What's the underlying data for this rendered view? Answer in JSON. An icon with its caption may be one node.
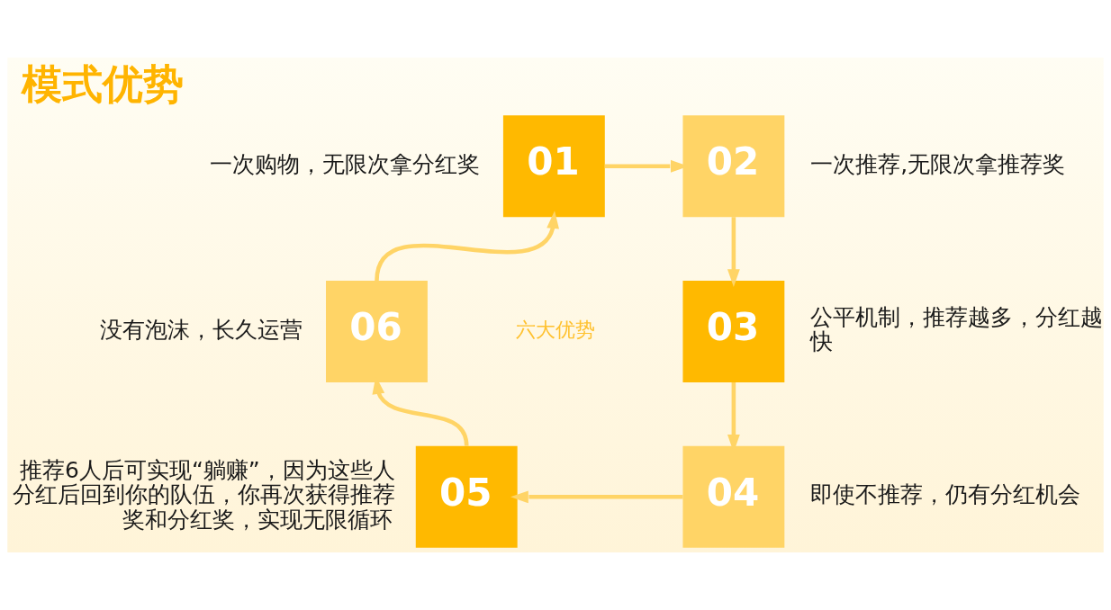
{
  "diagram": {
    "title": "模式优势",
    "nodes": [
      {
        "text": [
          "01"
        ],
        "beside": [
          "一次购物，无限次拿分红奖"
        ]
      },
      {
        "text": [
          "02"
        ],
        "beside": [
          "一次推荐,无限次拿推荐奖"
        ]
      },
      {
        "text": [
          "03"
        ],
        "beside": [
          "公平机制，推荐越多，分红越快"
        ]
      },
      {
        "text": [
          "04"
        ],
        "beside": [
          "即使不推荐，仍有分红机会"
        ]
      },
      {
        "text": [
          "05"
        ],
        "beside": [
          "推荐6人后可实现“躺赚”，因为这些人分红后回到你的队伍，你再次获得推荐奖和分红奖，实现无限循环"
        ]
      },
      {
        "text": [
          "06"
        ],
        "beside": [
          "没有泡沫，长久运营"
        ]
      }
    ],
    "edges": [
      {
        "from": 0,
        "to": 1,
        "arrow": "to"
      },
      {
        "from": 1,
        "to": 2,
        "arrow": "to"
      },
      {
        "from": 2,
        "to": 3,
        "arrow": "to"
      },
      {
        "from": 3,
        "to": 4,
        "arrow": "to"
      },
      {
        "from": 4,
        "to": 5,
        "arrow": "to"
      },
      {
        "from": 5,
        "to": 0,
        "arrow": "to"
      }
    ],
    "labels": [
      "六大优势"
    ]
  }
}
